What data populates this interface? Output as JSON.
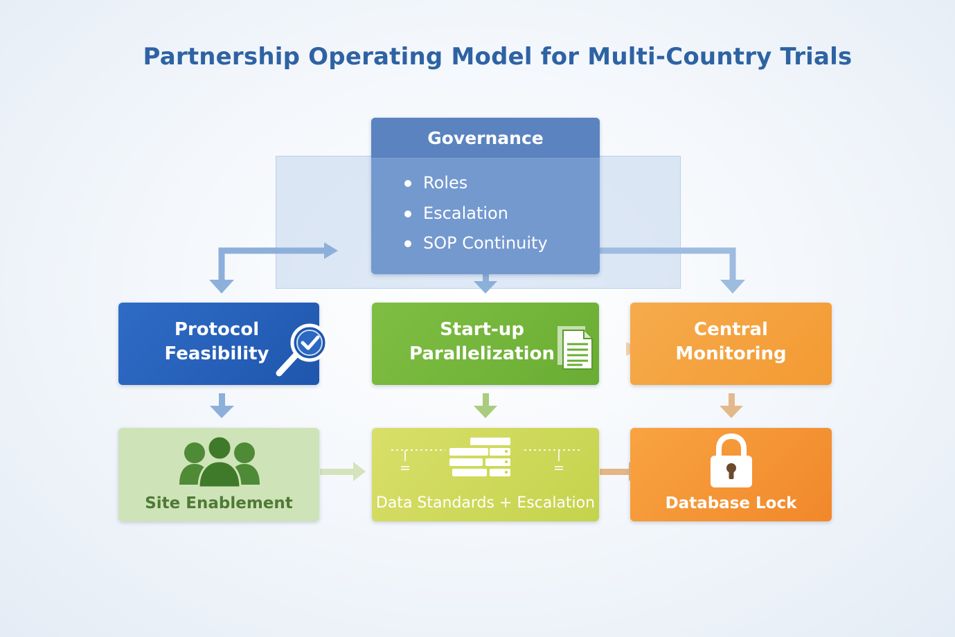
{
  "title": "Partnership Operating Model for Multi-Country Trials",
  "governance": {
    "header": "Governance",
    "items": [
      "Roles",
      "Escalation",
      "SOP Continuity"
    ]
  },
  "top_row": {
    "protocol": {
      "line1": "Protocol",
      "line2": "Feasibility",
      "icon": "magnifier-check-icon"
    },
    "startup": {
      "line1": "Start-up",
      "line2": "Parallelization",
      "icon": "document-icon"
    },
    "central": {
      "line1": "Central",
      "line2": "Monitoring"
    }
  },
  "bottom_row": {
    "site": {
      "label": "Site Enablement",
      "icon": "people-group-icon"
    },
    "datastd": {
      "label": "Data Standards + Escalation",
      "icon": "server-stack-icon"
    },
    "dblock": {
      "label": "Database Lock",
      "icon": "padlock-icon"
    }
  },
  "colors": {
    "title": "#2e63a3",
    "governance": "#7499cf",
    "protocol": "#2563bb",
    "startup": "#76b63c",
    "central": "#f5a33f",
    "site": "#cfe3b8",
    "datastd": "#cfd95a",
    "dblock": "#f5962f"
  }
}
